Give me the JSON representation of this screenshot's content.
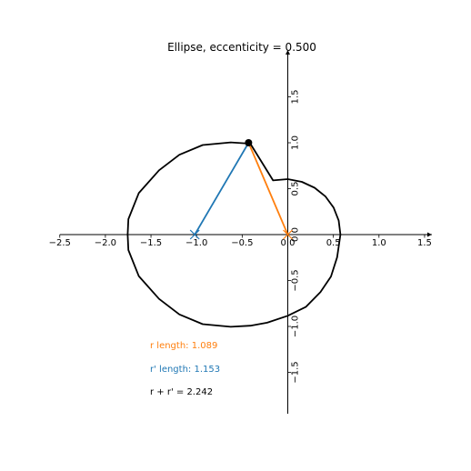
{
  "chart_data": {
    "type": "line",
    "title": "Ellipse, eccenticity = 0.500",
    "xlim": [
      -2.5,
      1.55
    ],
    "ylim": [
      -1.95,
      2.0
    ],
    "x_ticks": [
      -2.5,
      -2.0,
      -1.5,
      -1.0,
      -0.5,
      0.0,
      0.5,
      1.0,
      1.5
    ],
    "x_tick_labels": [
      "−2.5",
      "−2.0",
      "−1.5",
      "−1.0",
      "−0.5",
      "0.0",
      "0.5",
      "1.0",
      "1.5"
    ],
    "y_ticks": [
      -1.5,
      -1.0,
      -0.5,
      0.0,
      0.5,
      1.0,
      1.5
    ],
    "y_tick_labels": [
      "−1.5",
      "−1.0",
      "−0.5",
      "0.0",
      "0.5",
      "1.0",
      "1.5"
    ],
    "ellipse": {
      "color": "#000000",
      "points": [
        [
          0.577,
          0.0
        ],
        [
          0.558,
          0.152
        ],
        [
          0.502,
          0.294
        ],
        [
          0.412,
          0.417
        ],
        [
          0.294,
          0.51
        ],
        [
          0.155,
          0.574
        ],
        [
          0.0,
          0.604
        ],
        [
          -0.162,
          0.59
        ],
        [
          -0.411,
          0.99
        ],
        [
          -0.627,
          1.004
        ],
        [
          -0.933,
          0.975
        ],
        [
          -1.188,
          0.869
        ],
        [
          -1.412,
          0.7
        ],
        [
          -1.634,
          0.451
        ],
        [
          -1.748,
          0.168
        ],
        [
          -1.756,
          0.0
        ],
        [
          -1.748,
          -0.168
        ],
        [
          -1.634,
          -0.451
        ],
        [
          -1.412,
          -0.7
        ],
        [
          -1.188,
          -0.869
        ],
        [
          -0.933,
          -0.975
        ],
        [
          -0.627,
          -1.004
        ],
        [
          -0.411,
          -0.992
        ],
        [
          -0.226,
          -0.959
        ],
        [
          -0.001,
          -0.884
        ],
        [
          0.197,
          -0.788
        ],
        [
          0.358,
          -0.627
        ],
        [
          0.474,
          -0.456
        ],
        [
          0.541,
          -0.246
        ],
        [
          0.577,
          0.0
        ]
      ]
    },
    "focus_f": [
      0.0,
      0.0
    ],
    "focus_f_prime": [
      -1.02,
      0.0
    ],
    "point_on_ellipse": [
      -0.43,
      1.0
    ],
    "series": [
      {
        "name": "r",
        "color": "#ff7f0e",
        "x": [
          0.0,
          -0.43
        ],
        "y": [
          0.0,
          1.0
        ]
      },
      {
        "name": "r'",
        "color": "#1f77b4",
        "x": [
          -1.02,
          -0.43
        ],
        "y": [
          0.0,
          1.0
        ]
      }
    ],
    "annotations": [
      {
        "text": "r length: 1.089",
        "color": "#ff7f0e"
      },
      {
        "text": "r' length: 1.153",
        "color": "#1f77b4"
      },
      {
        "text": "r + r' = 2.242",
        "color": "#000000"
      }
    ]
  }
}
